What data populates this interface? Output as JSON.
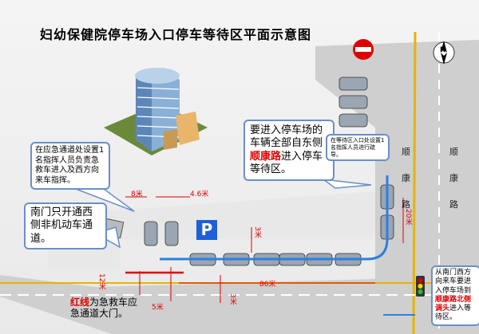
{
  "title": "妇幼保健院停车场入口停车等待区平面示意图",
  "notes": {
    "command_post": "在应急通道处设置1名指挥人员负责急救车进入及西方向来车指挥。",
    "south_gate": "南门只开通西侧非机动车通道。",
    "east_queue_pre": "要进入停车场的车辆全部自东侧",
    "east_queue_road": "顺康路",
    "east_queue_post": "进入停车等待区。",
    "queue_guide": "在等待区入口处设置1名指挥人员进行疏导。",
    "south_flow_pre": "从南门西方向来车要进入停车场到",
    "south_flow_road": "顺康路北侧调头",
    "south_flow_post": "进入等待区。",
    "red_line_label": "红线",
    "red_line_text": "为急救车应急通道大门。"
  },
  "road": {
    "name_chars": [
      "顺",
      "康",
      "路"
    ]
  },
  "dimensions": {
    "d8": "8米",
    "d46": "4.6米",
    "d3a": "3米",
    "d3b": "3米",
    "d5": "5米",
    "d12": "12米",
    "d86": "86米",
    "d20": "20米"
  },
  "symbols": {
    "parking": "P",
    "north": "N"
  },
  "colors": {
    "annotation_red": "#e00000",
    "box_border": "#6a8fc7",
    "road": "#cfcfcf",
    "lane_yellow": "#e6b400",
    "parking_blue": "#1f5fd8"
  }
}
